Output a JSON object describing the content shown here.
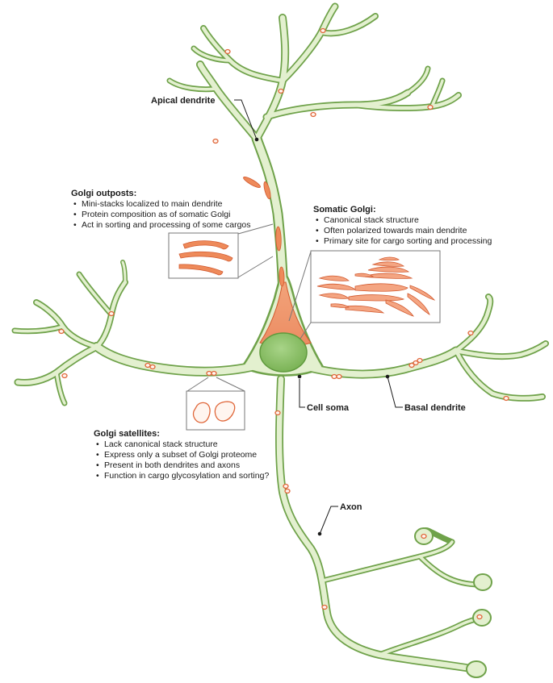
{
  "labels": {
    "apical_dendrite": "Apical dendrite",
    "cell_soma": "Cell soma",
    "basal_dendrite": "Basal dendrite",
    "axon": "Axon"
  },
  "golgi_outposts": {
    "title": "Golgi outposts:",
    "bullets": [
      "Mini-stacks localized to main dendrite",
      "Protein composition as of somatic Golgi",
      "Act in sorting and processing of some cargos"
    ]
  },
  "somatic_golgi": {
    "title": "Somatic Golgi:",
    "bullets": [
      "Canonical stack structure",
      "Often polarized towards main dendrite",
      "Primary site for cargo sorting and processing"
    ]
  },
  "golgi_satellites": {
    "title": "Golgi satellites:",
    "bullets": [
      "Lack canonical stack structure",
      "Express only a subset of Golgi proteome",
      "Present in both dendrites and axons",
      "Function in cargo glycosylation and sorting?"
    ]
  },
  "bullet_char": "•",
  "colors": {
    "neurite_fill": "#e3f0cf",
    "neurite_outline": "#6fa24a",
    "golgi_orange": "#ee8a5a",
    "golgi_outline": "#d2592e",
    "nucleus": "#8cc36a",
    "callout_border": "#777777"
  }
}
